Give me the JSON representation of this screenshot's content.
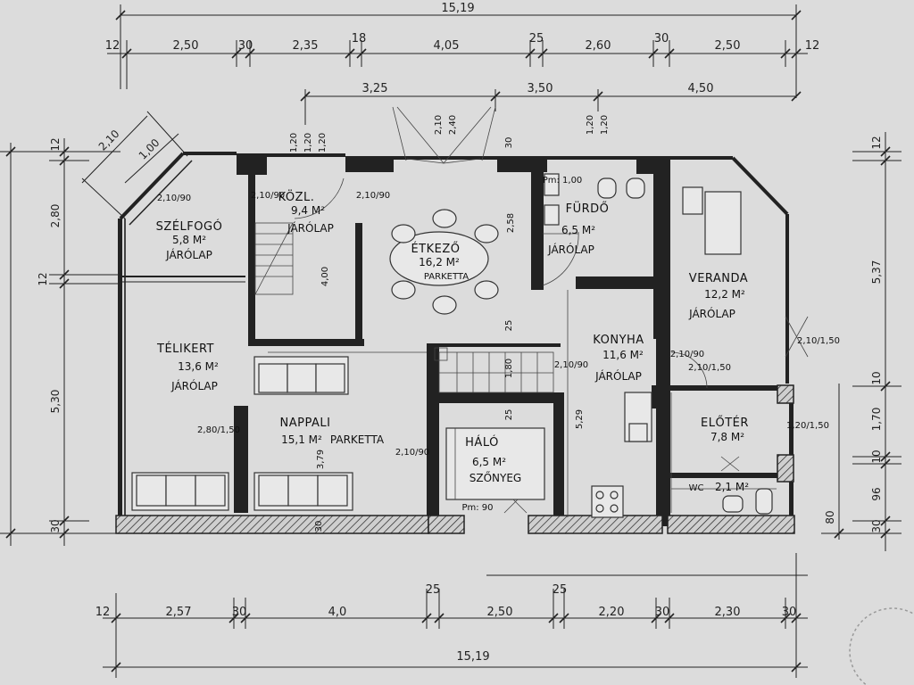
{
  "overall_width": "15,19",
  "top_dims": [
    "12",
    "2,50",
    "30",
    "2,35",
    "18",
    "4,05",
    "25",
    "2,60",
    "30",
    "2,50",
    "12"
  ],
  "top_second_dims": [
    "3,25",
    "3,50",
    "4,50"
  ],
  "bottom_dims": [
    "12",
    "2,57",
    "30",
    "4,0",
    "25",
    "2,50",
    "25",
    "2,20",
    "30",
    "2,30",
    "30"
  ],
  "bottom_total": "15,19",
  "left_dims": [
    "12",
    "2,80",
    "12",
    "5,30",
    "30"
  ],
  "right_dims": [
    "12",
    "5,37",
    "10",
    "1,70",
    "10",
    "96",
    "30"
  ],
  "diag_dims": [
    "2,10",
    "1,00"
  ],
  "misc_dims": {
    "etk_window": [
      "2,10",
      "2,40"
    ],
    "furdo_window": [
      "1,20",
      "1,20"
    ],
    "kozl_window": [
      "1,20",
      "1,20",
      "1,20"
    ],
    "etk_side": "2,58",
    "kozl_height": "4,00",
    "stairs_h": "1,80",
    "konyha_h": "5,29",
    "nappali_h": "3,79",
    "hall_h1": "25",
    "hall_h2": "25",
    "ptr_30": "30",
    "bot_30": "30",
    "right_80": "80"
  },
  "door_labels": [
    "2,10/90",
    "2,10/90",
    "2,10/90",
    "2,10/90",
    "2,10/90",
    "2,10/90",
    "2,10/1,50",
    "2,10/1,50",
    "1,20/1,50",
    "2,80/1,50"
  ],
  "rooms": [
    {
      "name": "SZÉLFOGÓ",
      "area": "5,8 M²",
      "floor": "JÁRÓLAP"
    },
    {
      "name": "KÖZL.",
      "area": "9,4 M²",
      "floor": "JÁRÓLAP"
    },
    {
      "name": "ÉTKEZŐ",
      "area": "16,2 M²",
      "floor": "PARKETTA"
    },
    {
      "name": "FÜRDŐ",
      "area": "6,5 M²",
      "floor": "JÁRÓLAP"
    },
    {
      "name": "VERANDA",
      "area": "12,2 M²",
      "floor": "JÁRÓLAP"
    },
    {
      "name": "TÉLIKERT",
      "area": "13,6 M²",
      "floor": "JÁRÓLAP"
    },
    {
      "name": "KONYHA",
      "area": "11,6 M²",
      "floor": "JÁRÓLAP"
    },
    {
      "name": "NAPPALI",
      "area": "15,1 M²",
      "floor": "PARKETTA"
    },
    {
      "name": "HÁLÓ",
      "area": "6,5 M²",
      "floor": "SZŐNYEG"
    },
    {
      "name": "ELŐTÉR",
      "area": "7,8 M²",
      "floor": ""
    },
    {
      "name": "WC",
      "area": "2,1 M²",
      "floor": ""
    }
  ],
  "sill_labels": [
    "Pm: 1,00",
    "Pm: 90"
  ]
}
